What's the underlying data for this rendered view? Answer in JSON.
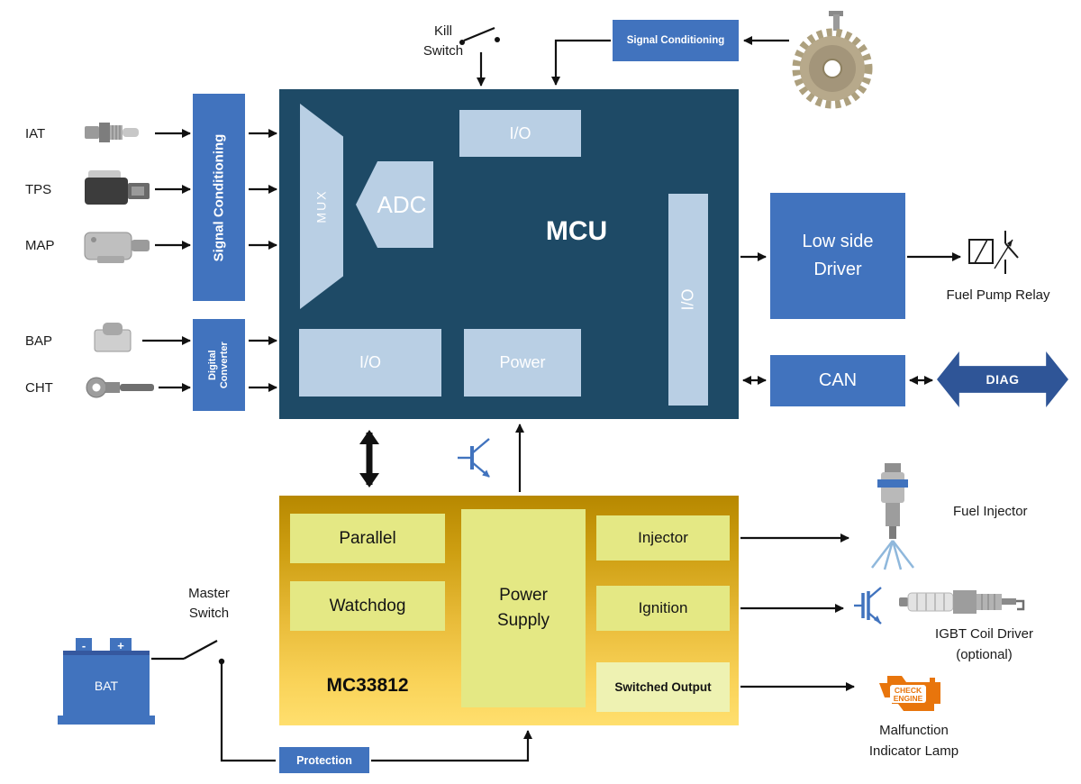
{
  "sensors": [
    {
      "label": "IAT"
    },
    {
      "label": "TPS"
    },
    {
      "label": "MAP"
    },
    {
      "label": "BAP"
    },
    {
      "label": "CHT"
    }
  ],
  "left": {
    "signal_conditioning": "Signal Conditioning",
    "digital_converter": "Digital Converter"
  },
  "top": {
    "kill_switch": "Kill Switch",
    "signal_conditioning": "Signal Conditioning"
  },
  "mcu": {
    "title": "MCU",
    "mux": "MUX",
    "adc": "ADC",
    "io_top": "I/O",
    "io_right": "I/O",
    "io_bottom": "I/O",
    "power": "Power"
  },
  "right": {
    "low_side_driver": "Low side Driver",
    "fuel_pump_relay": "Fuel Pump Relay",
    "can": "CAN",
    "diag": "DIAG"
  },
  "pmic": {
    "title": "MC33812",
    "parallel": "Parallel",
    "watchdog": "Watchdog",
    "power_supply": "Power Supply",
    "injector": "Injector",
    "ignition": "Ignition",
    "switched_output": "Switched Output"
  },
  "bottom_left": {
    "master_switch": "Master Switch",
    "battery": "BAT",
    "minus": "-",
    "plus": "+",
    "protection": "Protection"
  },
  "outputs": {
    "fuel_injector": "Fuel Injector",
    "igbt_line1": "IGBT Coil Driver",
    "igbt_line2": "(optional)",
    "check_line1": "CHECK",
    "check_line2": "ENGINE",
    "mil_line1": "Malfunction",
    "mil_line2": "Indicator Lamp"
  },
  "icons": [
    "iat-sensor-image",
    "tps-sensor-image",
    "map-sensor-image",
    "bap-sensor-image",
    "cht-sensor-image",
    "kill-switch-symbol",
    "crank-trigger-wheel-image",
    "fuel-pump-relay-symbol",
    "transistor-symbol",
    "battery-image",
    "master-switch-symbol",
    "fuel-injector-image",
    "igbt-symbol",
    "spark-plug-image",
    "check-engine-lamp-icon",
    "diag-connector-shape"
  ],
  "colors": {
    "mcu_navy": "#1E4A66",
    "block_blue": "#4173BE",
    "light_blue": "#B9CFE4",
    "diag_blue": "#2F5597",
    "pmic_gold_top": "#B78800",
    "pmic_gold_bottom": "#FFDF6E",
    "pmic_inner_yellow": "#E4E884",
    "check_engine_orange": "#E8750C",
    "arrow_black": "#111111"
  }
}
